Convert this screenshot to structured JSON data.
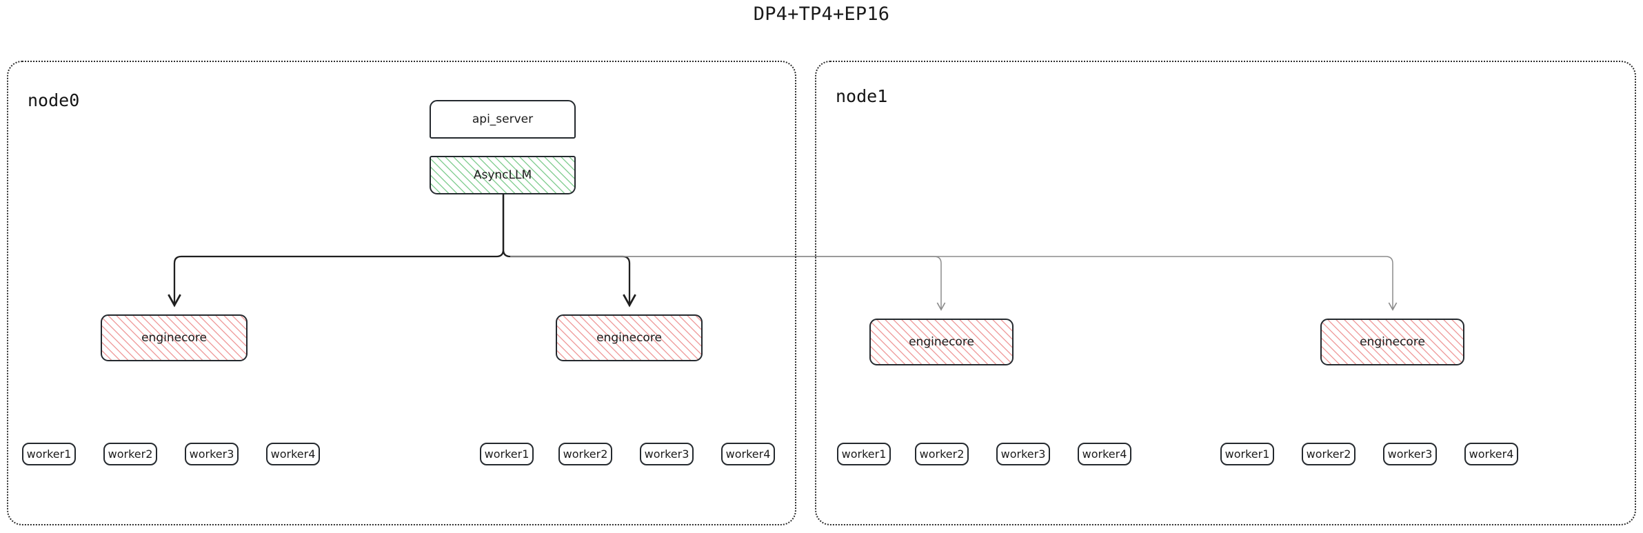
{
  "title": "DP4+TP4+EP16",
  "colors": {
    "border": "#24292e",
    "subgraph_border": "#2b2b2b",
    "hatch_green": "#82cd91",
    "hatch_pink": "#ee9696",
    "edge_dark": "#1f1f1f",
    "edge_light": "#8c8c8c",
    "text": "#1b1b1b",
    "background": "#ffffff"
  },
  "subgraphs": [
    {
      "id": "node0",
      "label": "node0"
    },
    {
      "id": "node1",
      "label": "node1"
    }
  ],
  "nodes": {
    "api_server": {
      "label": "api_server",
      "style": "plain"
    },
    "async_llm": {
      "label": "AsyncLLM",
      "style": "hatch-green"
    },
    "enginecores": [
      {
        "label": "enginecore",
        "style": "hatch-pink",
        "subgraph": "node0"
      },
      {
        "label": "enginecore",
        "style": "hatch-pink",
        "subgraph": "node0"
      },
      {
        "label": "enginecore",
        "style": "hatch-pink",
        "subgraph": "node1"
      },
      {
        "label": "enginecore",
        "style": "hatch-pink",
        "subgraph": "node1"
      }
    ]
  },
  "worker_groups": [
    {
      "subgraph": "node0",
      "workers": [
        "worker1",
        "worker2",
        "worker3",
        "worker4"
      ]
    },
    {
      "subgraph": "node0",
      "workers": [
        "worker1",
        "worker2",
        "worker3",
        "worker4"
      ]
    },
    {
      "subgraph": "node1",
      "workers": [
        "worker1",
        "worker2",
        "worker3",
        "worker4"
      ]
    },
    {
      "subgraph": "node1",
      "workers": [
        "worker1",
        "worker2",
        "worker3",
        "worker4"
      ]
    }
  ],
  "edges": [
    {
      "from": "AsyncLLM",
      "to": "enginecore",
      "target_subgraph": "node0",
      "weight": "dark"
    },
    {
      "from": "AsyncLLM",
      "to": "enginecore",
      "target_subgraph": "node0",
      "weight": "dark"
    },
    {
      "from": "AsyncLLM",
      "to": "enginecore",
      "target_subgraph": "node1",
      "weight": "light"
    },
    {
      "from": "AsyncLLM",
      "to": "enginecore",
      "target_subgraph": "node1",
      "weight": "light"
    }
  ]
}
